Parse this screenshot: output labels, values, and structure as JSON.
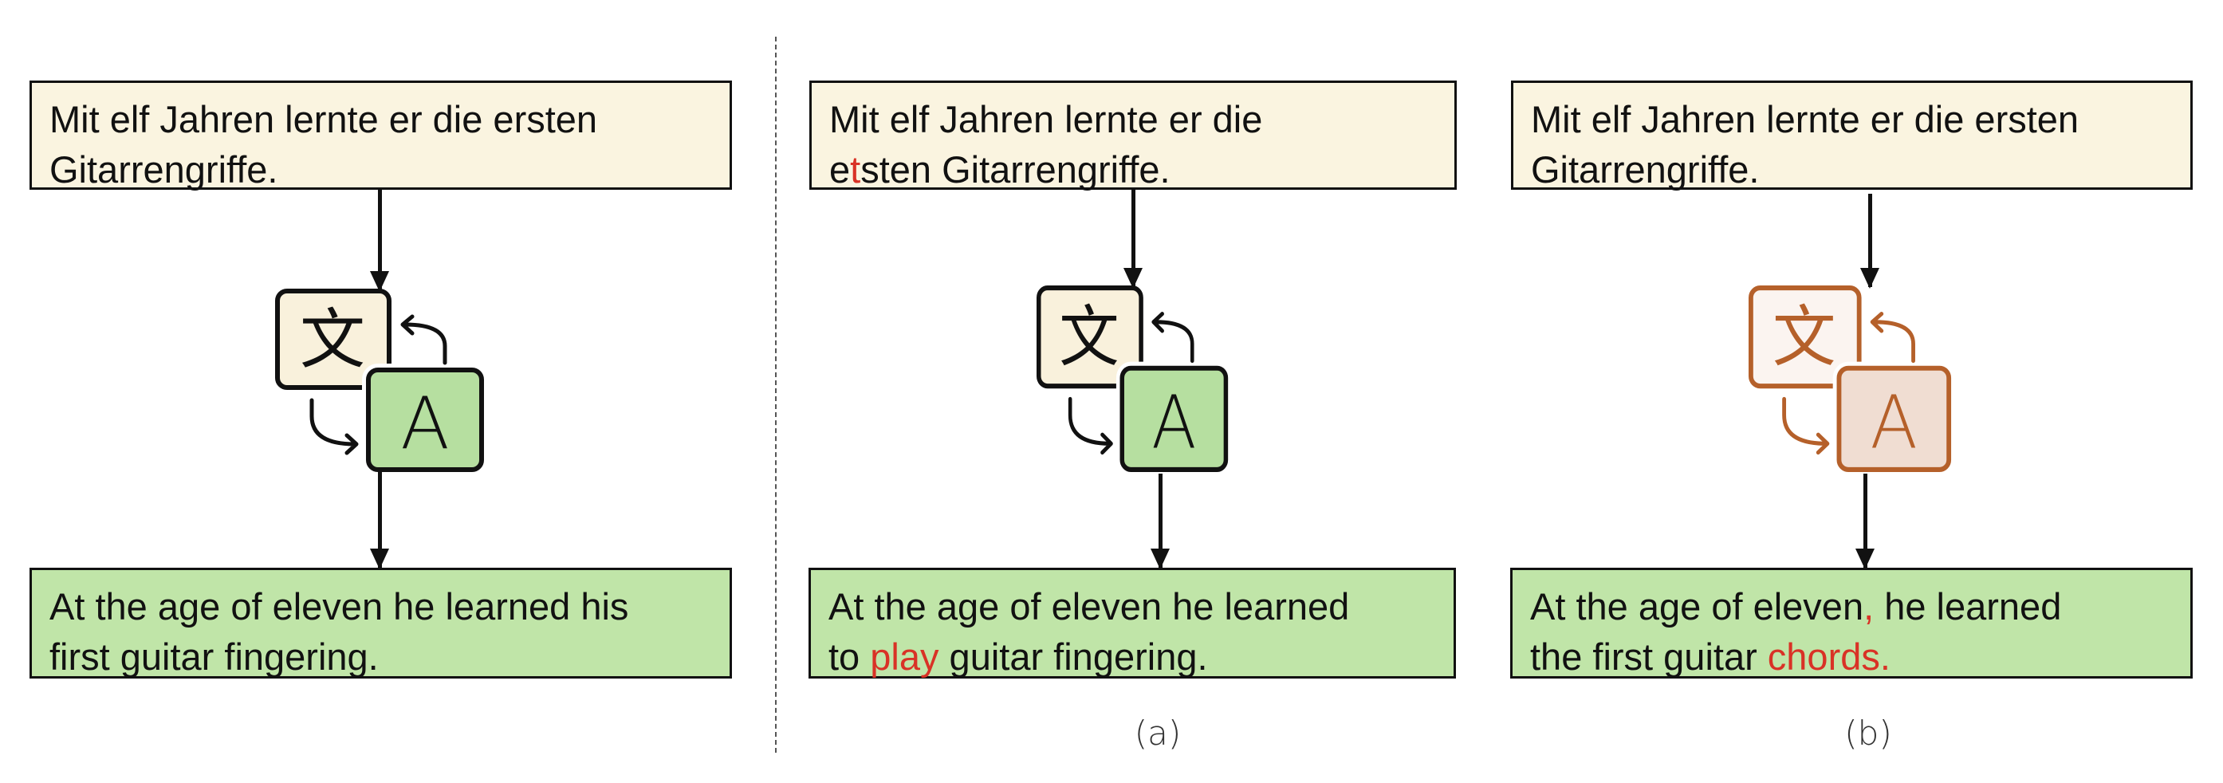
{
  "colors": {
    "source_bg": "#faf4e0",
    "target_bg": "#c0e5a8",
    "highlight": "#d93226",
    "icon_dark": "#111111",
    "icon_orange": "#b5602a"
  },
  "panels": [
    {
      "source": {
        "lines": [
          [
            {
              "t": "Mit elf Jahren lernte er die ersten"
            }
          ],
          [
            {
              "t": "Gitarrengriffe."
            }
          ]
        ]
      },
      "icon": "translate-icon-green",
      "target": {
        "lines": [
          [
            {
              "t": "At the age of eleven he learned his"
            }
          ],
          [
            {
              "t": "first guitar fingering."
            }
          ]
        ]
      }
    },
    {
      "source": {
        "lines": [
          [
            {
              "t": "Mit elf Jahren lernte er die"
            }
          ],
          [
            {
              "t": "e"
            },
            {
              "t": "t",
              "red": true
            },
            {
              "t": "sten Gitarrengriffe."
            }
          ]
        ]
      },
      "icon": "translate-icon-green",
      "target": {
        "lines": [
          [
            {
              "t": "At the age of eleven he learned"
            }
          ],
          [
            {
              "t": "to "
            },
            {
              "t": "play",
              "red": true
            },
            {
              "t": " guitar fingering."
            }
          ]
        ]
      },
      "caption": "(a)"
    },
    {
      "source": {
        "lines": [
          [
            {
              "t": "Mit elf Jahren lernte er die ersten"
            }
          ],
          [
            {
              "t": "Gitarrengriffe."
            }
          ]
        ]
      },
      "icon": "translate-icon-orange",
      "target": {
        "lines": [
          [
            {
              "t": "At the age of eleven"
            },
            {
              "t": ",",
              "red": true
            },
            {
              "t": " he learned"
            }
          ],
          [
            {
              "t": "the first guitar "
            },
            {
              "t": "chords.",
              "red": true
            }
          ]
        ]
      },
      "caption": "(b)"
    }
  ]
}
